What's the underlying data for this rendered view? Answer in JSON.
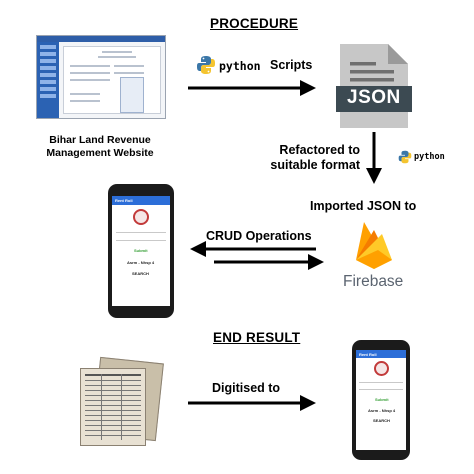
{
  "procedure": {
    "title": "PROCEDURE"
  },
  "website": {
    "caption_line1": "Bihar Land Revenue",
    "caption_line2": "Management Website"
  },
  "scripts": {
    "python_word": "python",
    "scripts_word": "Scripts"
  },
  "json_icon": {
    "label": "JSON"
  },
  "refactor": {
    "line1": "Refactored to",
    "line2": "suitable format",
    "python_word": "python"
  },
  "import": {
    "label": "Imported JSON to"
  },
  "crud": {
    "label": "CRUD Operations"
  },
  "firebase": {
    "label": "Firebase"
  },
  "end_result": {
    "title": "END RESULT"
  },
  "digitised": {
    "label": "Digitised to"
  },
  "phone_screen": {
    "title_chip": "Rent Roll",
    "submit": "Submit",
    "result": "Asrm - Nhsp 4",
    "search": "SEARCH"
  },
  "colors": {
    "python_blue": "#3b77a8",
    "python_yellow": "#f4c430",
    "firebase_orange": "#f5820d",
    "firebase_yellow": "#ffca28",
    "app_blue": "#2c6ed8"
  }
}
